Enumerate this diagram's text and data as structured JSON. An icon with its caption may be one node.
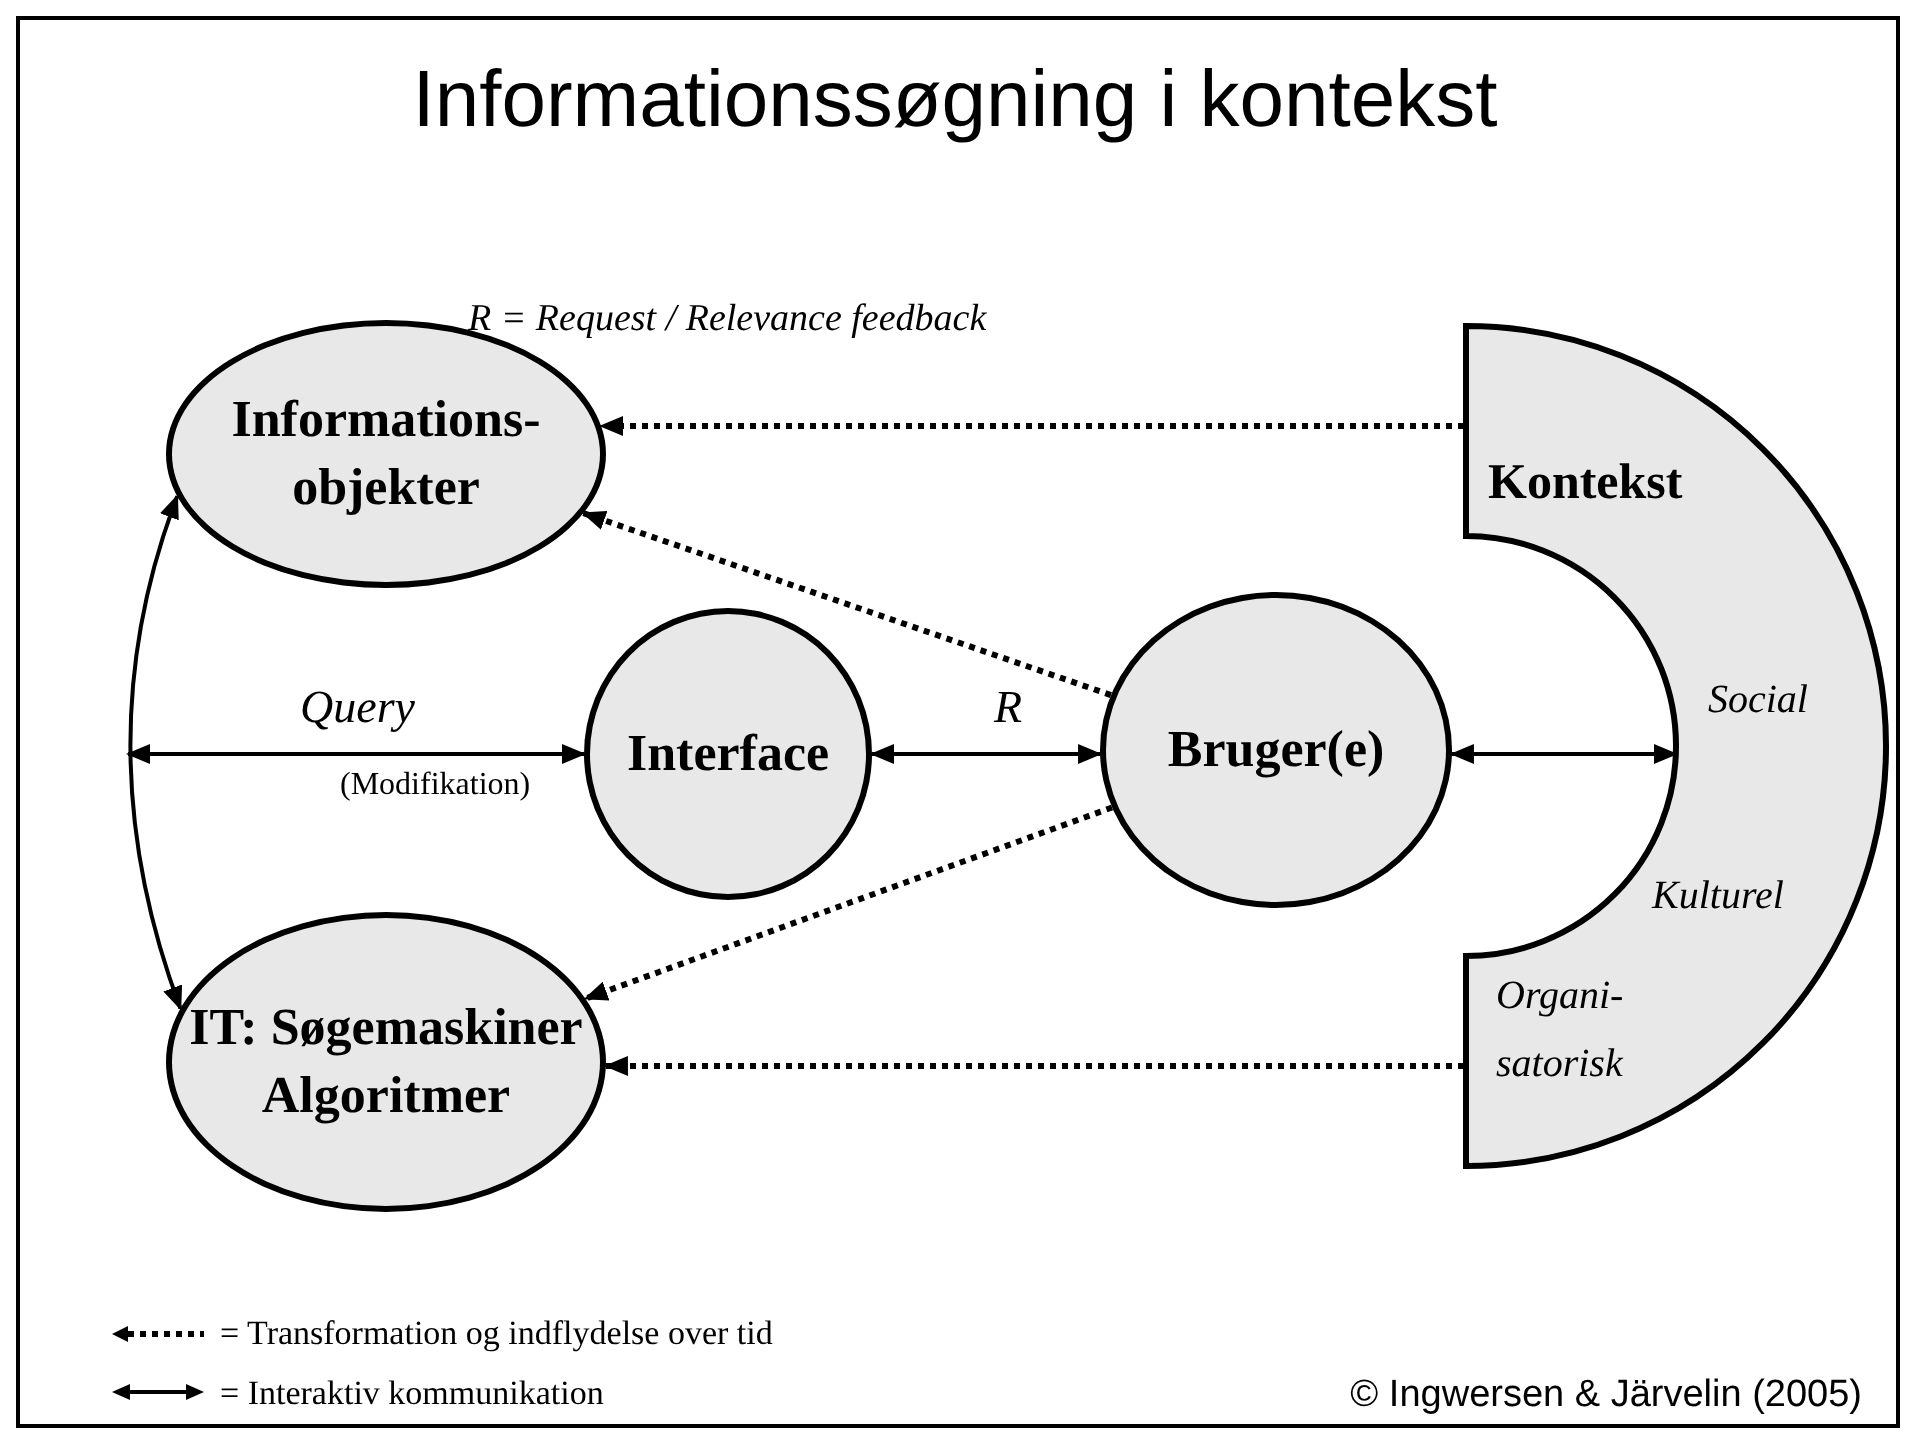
{
  "diagram": {
    "title": "Informationssøgning i kontekst",
    "nodes": [
      {
        "text": [
          "Informations- objekter"
        ]
      },
      {
        "text": [
          "Interface"
        ]
      },
      {
        "text": [
          "Bruger(e)"
        ]
      },
      {
        "text": [
          "IT: Søgemaskiner Algoritmer"
        ]
      },
      {
        "text": [
          "Kontekst",
          "Social",
          "Kulturel",
          "Organi- satorisk"
        ]
      }
    ],
    "edges": [
      {
        "from": 0,
        "to": 3,
        "arrow": "both"
      },
      {
        "from": null,
        "to": 1,
        "arrow": "both",
        "label": "Query"
      },
      {
        "from": 1,
        "to": 2,
        "arrow": "both",
        "label": "R"
      },
      {
        "from": 2,
        "to": 4,
        "arrow": "both"
      },
      {
        "from": 4,
        "to": 0,
        "arrow": "to",
        "style": "dashed"
      },
      {
        "from": 2,
        "to": 0,
        "arrow": "to",
        "style": "dashed"
      },
      {
        "from": 2,
        "to": 3,
        "arrow": "to",
        "style": "dashed"
      },
      {
        "from": 4,
        "to": 3,
        "arrow": "to",
        "style": "dashed"
      }
    ],
    "labels": [
      "R = Request / Relevance feedback",
      "(Modifikation)",
      "© Ingwersen & Järvelin (2005)"
    ],
    "legend": [
      {
        "text": "= Transformation og indflydelse over tid"
      },
      {
        "text": "= Interaktiv kommunikation"
      }
    ]
  }
}
